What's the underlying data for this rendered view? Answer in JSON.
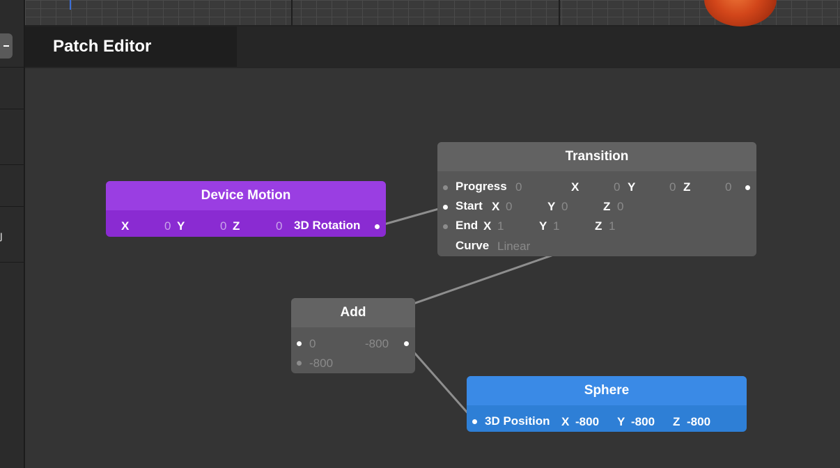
{
  "editor": {
    "title": "Patch Editor"
  },
  "colors": {
    "canvas": "#343434",
    "device_motion": "#9a3ee2",
    "transition": "#626262",
    "add": "#636363",
    "sphere": "#3a8ae6",
    "connection": "#8e8e8e"
  },
  "patches": {
    "device_motion": {
      "title": "Device Motion",
      "x_label": "X",
      "x_value": "0",
      "y_label": "Y",
      "y_value": "0",
      "z_label": "Z",
      "z_value": "0",
      "output_label": "3D Rotation"
    },
    "transition": {
      "title": "Transition",
      "progress": {
        "label": "Progress",
        "value": "0"
      },
      "output": {
        "x_label": "X",
        "x_value": "0",
        "y_label": "Y",
        "y_value": "0",
        "z_label": "Z",
        "z_value": "0"
      },
      "start": {
        "label": "Start",
        "x_label": "X",
        "x_value": "0",
        "y_label": "Y",
        "y_value": "0",
        "z_label": "Z",
        "z_value": "0"
      },
      "end": {
        "label": "End",
        "x_label": "X",
        "x_value": "1",
        "y_label": "Y",
        "y_value": "1",
        "z_label": "Z",
        "z_value": "1"
      },
      "curve": {
        "label": "Curve",
        "value": "Linear"
      }
    },
    "add": {
      "title": "Add",
      "input1_value": "0",
      "input2_value": "-800",
      "output_value": "-800"
    },
    "sphere": {
      "title": "Sphere",
      "input_label": "3D Position",
      "x_label": "X",
      "x_value": "-800",
      "y_label": "Y",
      "y_value": "-800",
      "z_label": "Z",
      "z_value": "-800"
    }
  },
  "icons": {
    "collapse": "minus-icon",
    "port": "port-dot-icon"
  }
}
